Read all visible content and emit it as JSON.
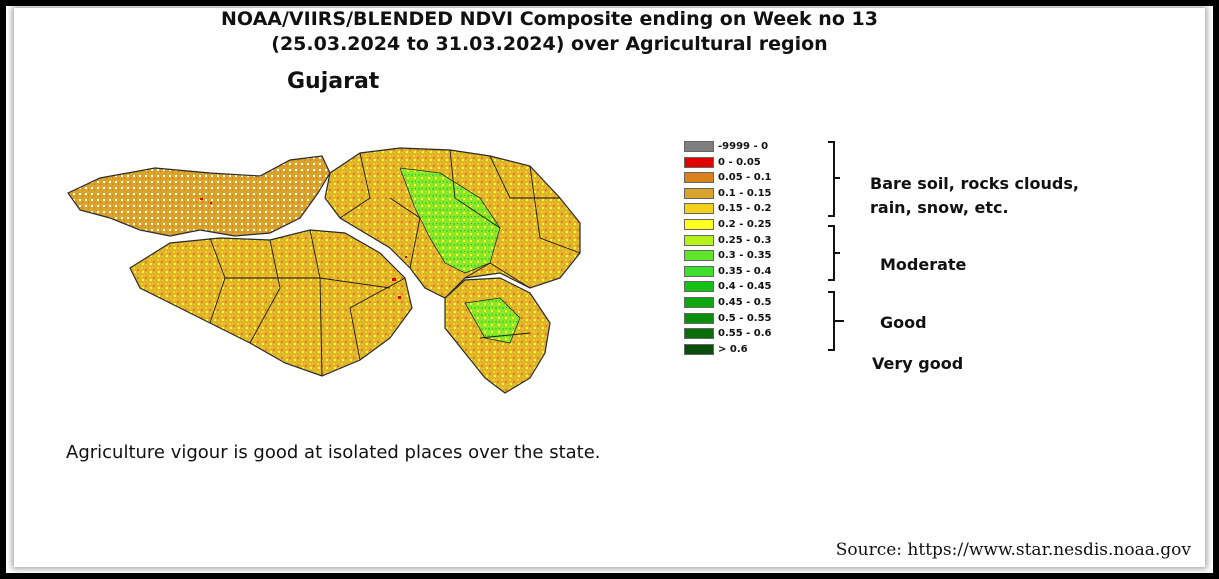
{
  "header": {
    "title_line1": "NOAA/VIIRS/BLENDED NDVI Composite ending on Week no 13",
    "title_line2": "(25.03.2024 to 31.03.2024) over Agricultural region",
    "state": "Gujarat"
  },
  "legend": {
    "entries": [
      {
        "range": "-9999 - 0",
        "color": "#7f7f7f"
      },
      {
        "range": "0 - 0.05",
        "color": "#e00000"
      },
      {
        "range": "0.05 - 0.1",
        "color": "#d9821c"
      },
      {
        "range": "0.1 - 0.15",
        "color": "#d9a42a"
      },
      {
        "range": "0.15 - 0.2",
        "color": "#f2d21a"
      },
      {
        "range": "0.2 - 0.25",
        "color": "#ffff20"
      },
      {
        "range": "0.25 - 0.3",
        "color": "#b6f21a"
      },
      {
        "range": "0.3 - 0.35",
        "color": "#5fe62b"
      },
      {
        "range": "0.35 - 0.4",
        "color": "#3fe02b"
      },
      {
        "range": "0.4 - 0.45",
        "color": "#13c213"
      },
      {
        "range": "0.45 - 0.5",
        "color": "#0da80d"
      },
      {
        "range": "0.5 - 0.55",
        "color": "#0a8f0a"
      },
      {
        "range": "0.55 - 0.6",
        "color": "#0a6e0a"
      },
      {
        "range": "> 0.6",
        "color": "#0a4d0a"
      }
    ],
    "classes": {
      "bare_line1": "Bare soil, rocks clouds,",
      "bare_line2": "rain, snow, etc.",
      "moderate": "Moderate",
      "good": "Good",
      "very_good": "Very good"
    }
  },
  "caption": "Agriculture vigour is good at isolated places over the state.",
  "source": "Source: https://www.star.nesdis.noaa.gov"
}
